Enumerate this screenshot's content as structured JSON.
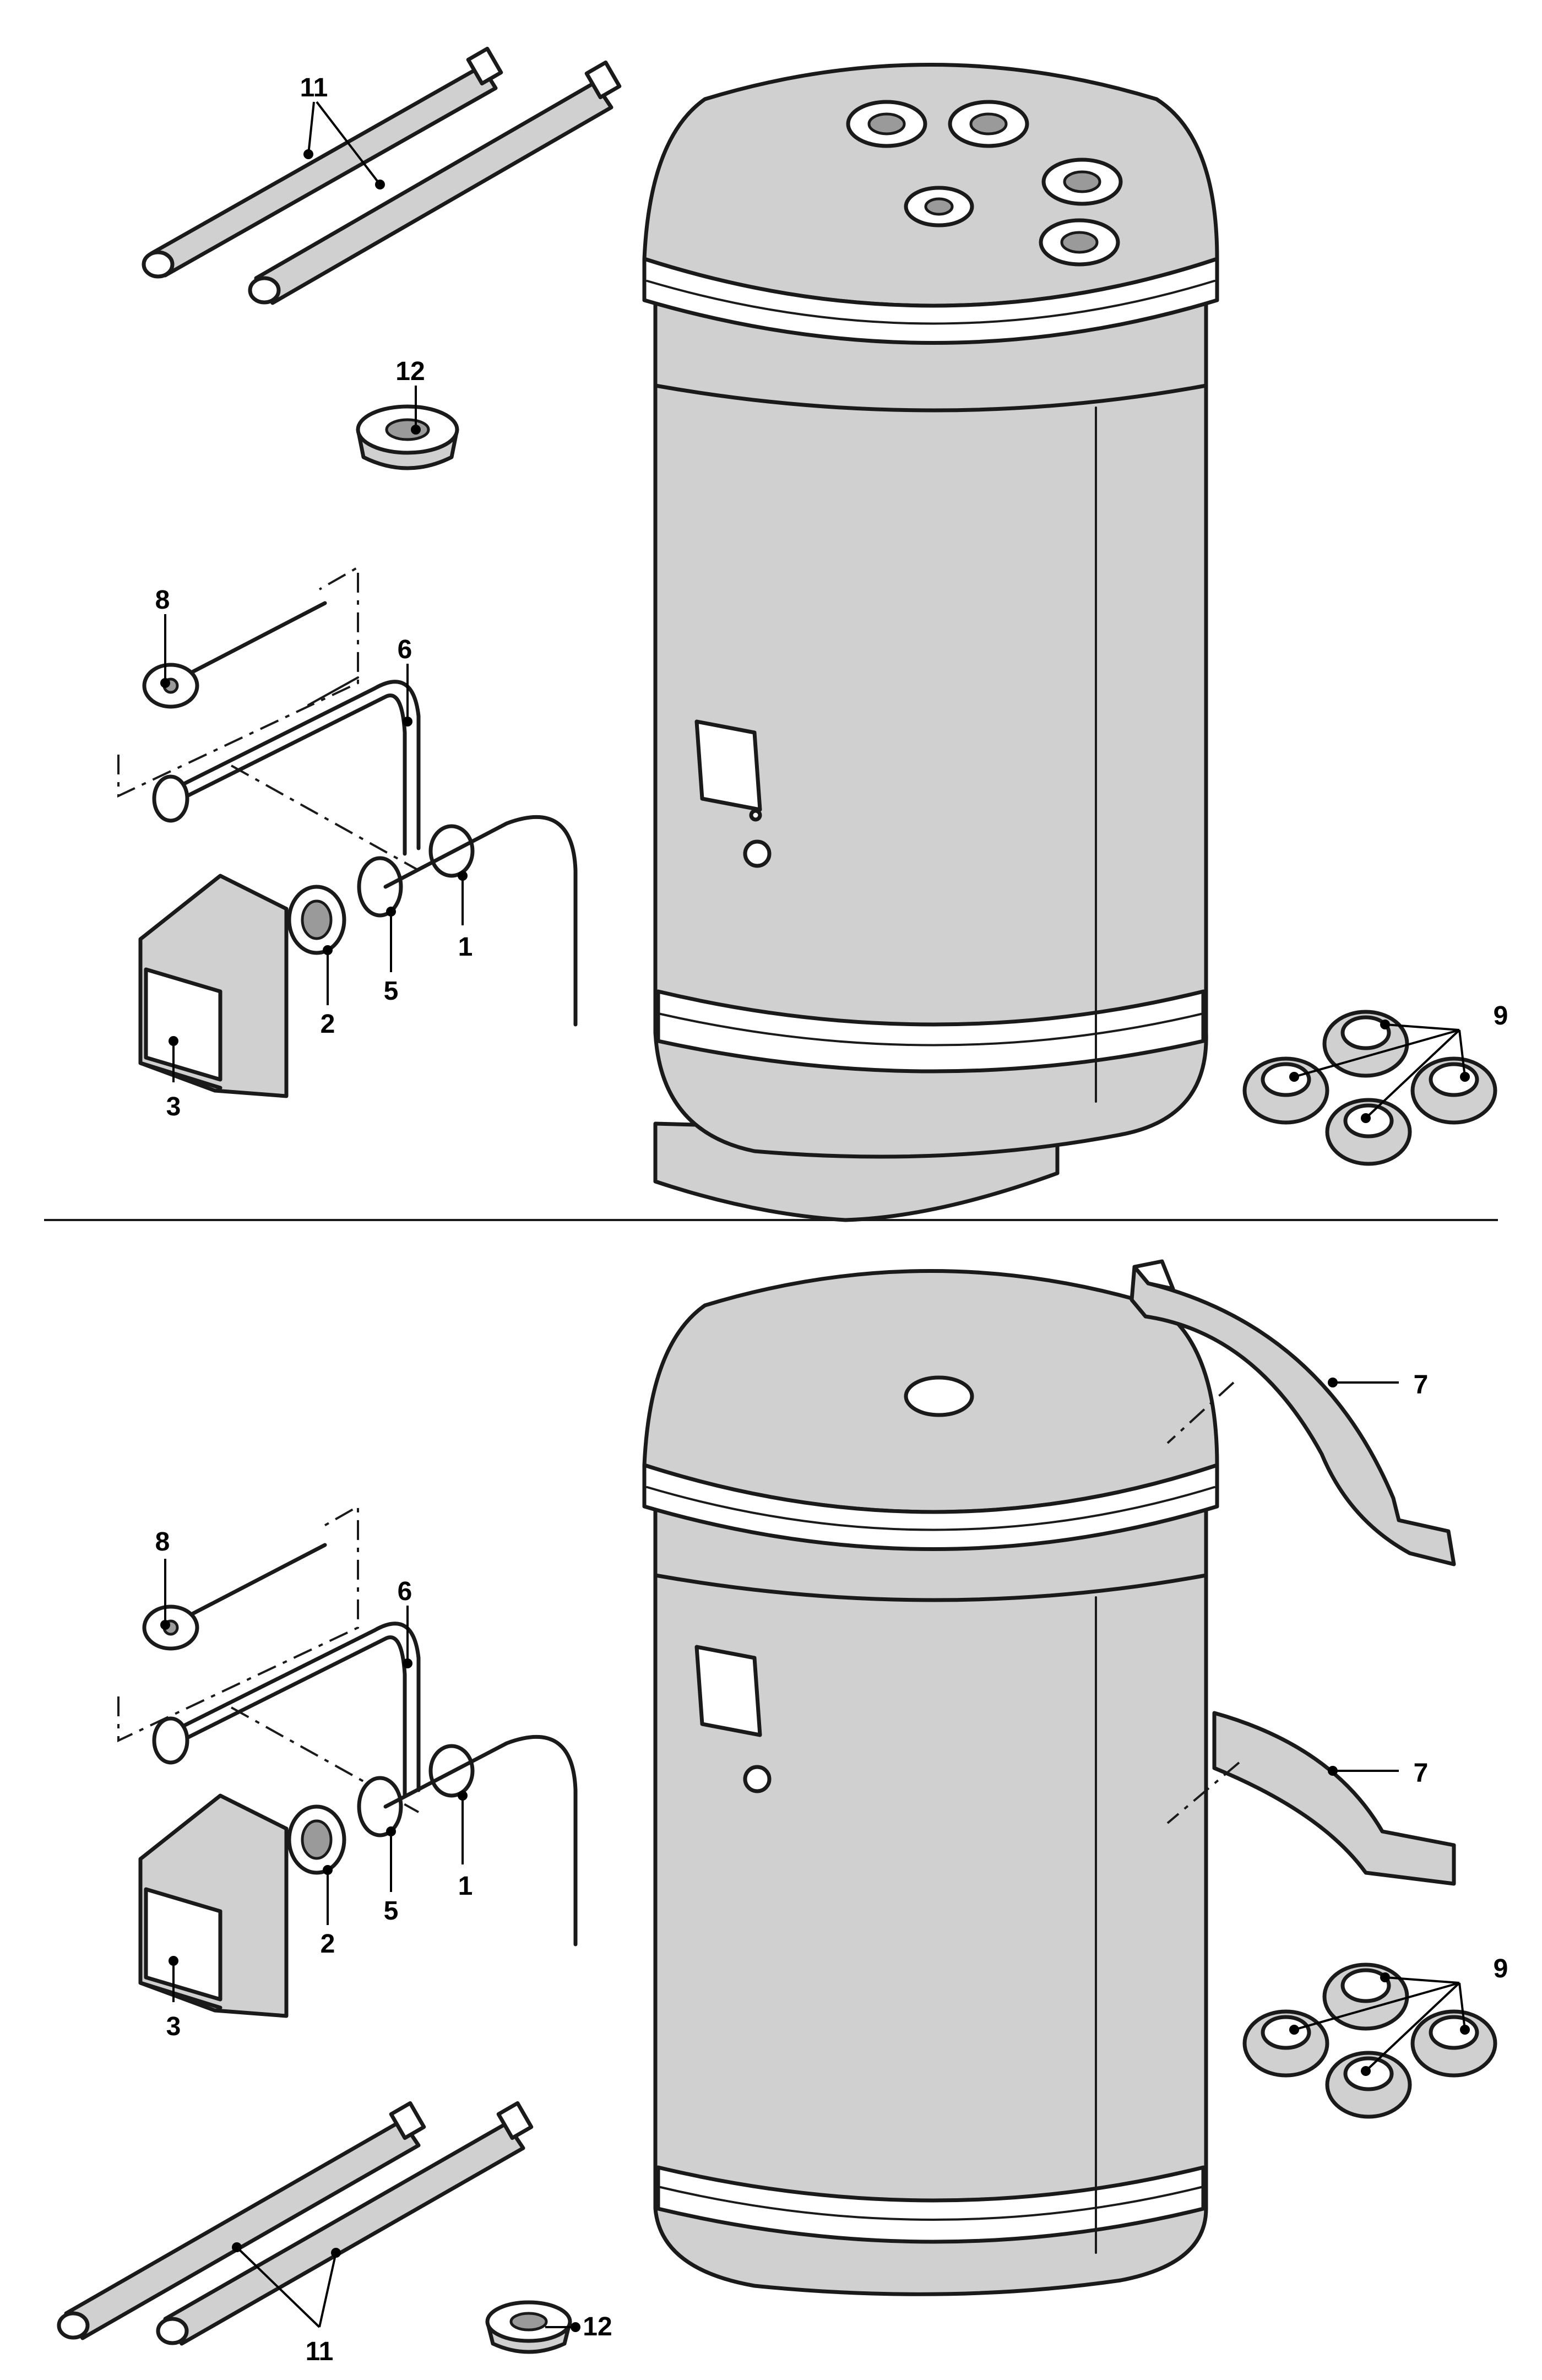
{
  "callouts": {
    "c1": "1",
    "c2": "2",
    "c3": "3",
    "c5": "5",
    "c6": "6",
    "c7": "7",
    "c8": "8",
    "c9": "9",
    "c11": "11",
    "c12": "12"
  },
  "colors": {
    "line": "#1a1a1a",
    "fill": "#d0d0d0",
    "paper": "#ffffff"
  }
}
